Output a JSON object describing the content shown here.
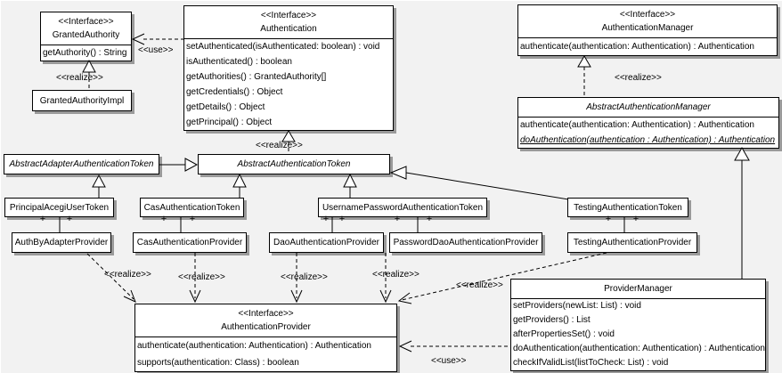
{
  "stereotypes": {
    "realize": "<<realize>>",
    "use": "<<use>>"
  },
  "labels": {
    "plus": "+"
  },
  "colors": {
    "background": "#f2f2f2",
    "box_bg": "#ffffff",
    "box_border": "#000000",
    "box_shadow": "#9a9a9a"
  },
  "classes": {
    "granted_authority": {
      "stereotype": "<<Interface>>",
      "name": "GrantedAuthority",
      "methods": [
        "getAuthority() : String"
      ]
    },
    "granted_authority_impl": {
      "name": "GrantedAuthorityImpl"
    },
    "authentication": {
      "stereotype": "<<Interface>>",
      "name": "Authentication",
      "methods": [
        "setAuthenticated(isAuthenticated: boolean) : void",
        "isAuthenticated() : boolean",
        "getAuthorities() : GrantedAuthority[]",
        "getCredentials() : Object",
        "getDetails() : Object",
        "getPrincipal() : Object"
      ]
    },
    "authentication_manager": {
      "stereotype": "<<Interface>>",
      "name": "AuthenticationManager",
      "methods": [
        "authenticate(authentication: Authentication) : Authentication"
      ]
    },
    "abstract_authentication_manager": {
      "name": "AbstractAuthenticationManager",
      "methods": [
        "authenticate(authentication: Authentication) : Authentication",
        "doAuthentication(authentication : Authentication) : Authentication"
      ]
    },
    "abstract_adapter_authentication_token": {
      "name": "AbstractAdapterAuthenticationToken"
    },
    "abstract_authentication_token": {
      "name": "AbstractAuthenticationToken"
    },
    "principal_acegi_user_token": {
      "name": "PrincipalAcegiUserToken"
    },
    "cas_authentication_token": {
      "name": "CasAuthenticationToken"
    },
    "username_password_authentication_token": {
      "name": "UsernamePasswordAuthenticationToken"
    },
    "testing_authentication_token": {
      "name": "TestingAuthenticationToken"
    },
    "auth_by_adapter_provider": {
      "name": "AuthByAdapterProvider"
    },
    "cas_authentication_provider": {
      "name": "CasAuthenticationProvider"
    },
    "dao_authentication_provider": {
      "name": "DaoAuthenticationProvider"
    },
    "password_dao_authentication_provider": {
      "name": "PasswordDaoAuthenticationProvider"
    },
    "testing_authentication_provider": {
      "name": "TestingAuthenticationProvider"
    },
    "authentication_provider": {
      "stereotype": "<<Interface>>",
      "name": "AuthenticationProvider",
      "methods": [
        "authenticate(authentication: Authentication) : Authentication",
        "supports(authentication: Class) : boolean"
      ]
    },
    "provider_manager": {
      "name": "ProviderManager",
      "methods": [
        "setProviders(newList: List) : void",
        "getProviders() : List",
        "afterPropertiesSet() : void",
        "doAuthentication(authentication: Authentication) : Authentication",
        "checkIfValidList(listToCheck: List) : void"
      ]
    }
  }
}
